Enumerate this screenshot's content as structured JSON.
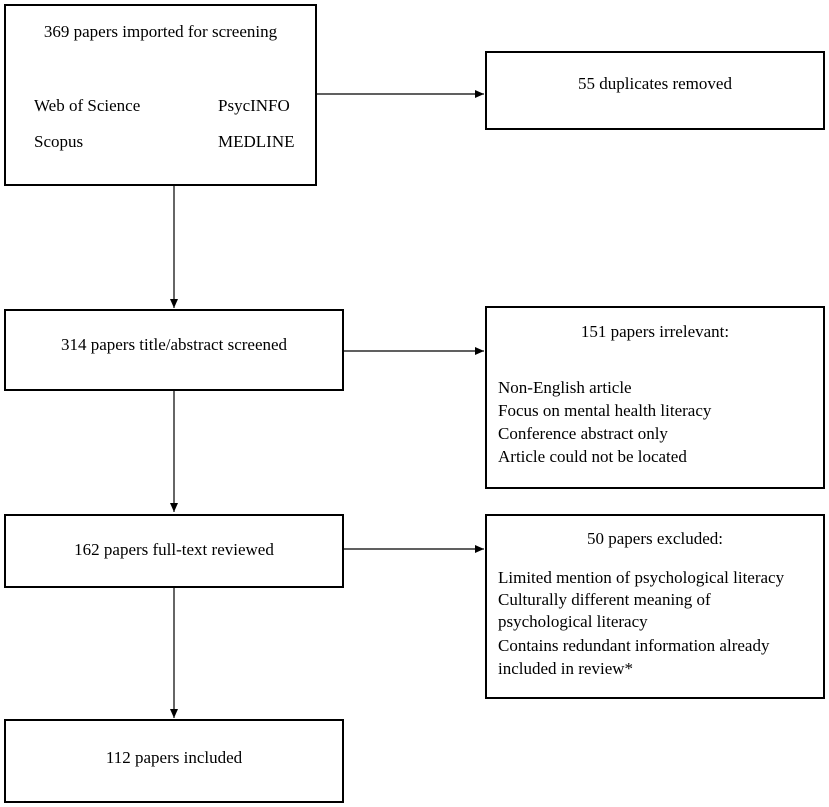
{
  "boxes": {
    "imported": {
      "title": "369 papers imported for screening",
      "sources": [
        "Web of Science",
        "PsycINFO",
        "Scopus",
        "MEDLINE"
      ]
    },
    "duplicates": {
      "title": "55 duplicates removed"
    },
    "screened": {
      "title": "314 papers title/abstract screened"
    },
    "irrelevant": {
      "title": "151 papers irrelevant:",
      "items": [
        "Non-English article",
        "Focus on mental health literacy",
        "Conference abstract only",
        "Article could not be located"
      ]
    },
    "fulltext": {
      "title": "162 papers full-text reviewed"
    },
    "excluded": {
      "title": "50 papers excluded:",
      "items": [
        "Limited mention of psychological literacy",
        "Culturally different meaning of",
        "psychological literacy",
        "Contains redundant information already",
        "included in review*"
      ]
    },
    "included": {
      "title": "112 papers included"
    }
  }
}
